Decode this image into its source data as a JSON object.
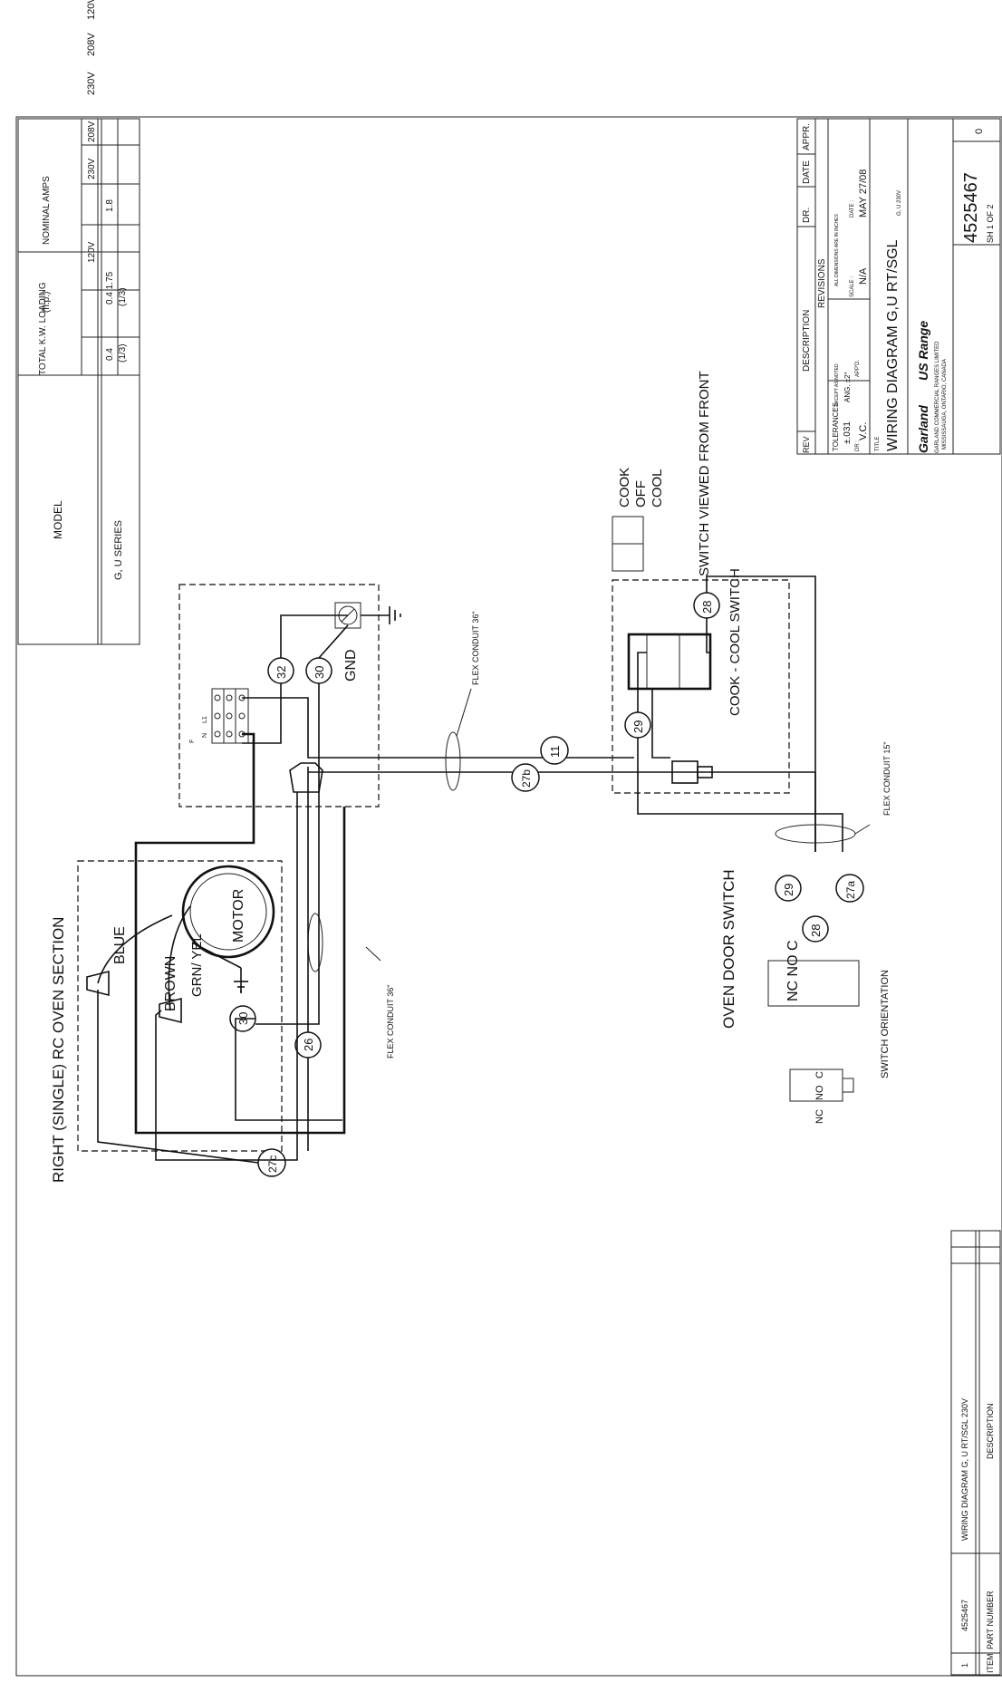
{
  "voltage_header": [
    "230V",
    "208V",
    "120V"
  ],
  "spec_table": {
    "col_model": "MODEL",
    "col_kw": "TOTAL K.W. LOADING",
    "col_hp": "(h.p.)",
    "col_amps": "NOMINAL AMPS",
    "amps_voltages": [
      "120V",
      "230V",
      "208V"
    ],
    "row_model": "G, U SERIES",
    "row_kw": "0.4",
    "row_kw_hp": "(1/3)",
    "row_amps_120": "0.4 1.75",
    "row_amps_120_hp": "(1/3)",
    "row_amps_230": "1.8"
  },
  "oven": {
    "title": "RIGHT (SINGLE) RC OVEN SECTION",
    "motor": "MOTOR",
    "blue": "BLUE",
    "brown": "BROWN",
    "grn_yel": "GRN/ YEL",
    "bubble_30": "30",
    "bubble_26": "26",
    "bubble_27c": "27c",
    "flex_conduit": "FLEX CONDUIT 36\""
  },
  "terminal": {
    "labels": [
      "F",
      "N",
      "L1"
    ],
    "gnd": "GND",
    "bubble_32": "32",
    "bubble_30": "30",
    "flex_conduit": "FLEX CONDUIT 36\""
  },
  "wires": {
    "bubble_11": "11",
    "bubble_27b": "27b"
  },
  "cook_switch": {
    "name": "COOK - COOL SWITCH",
    "bubble_29": "29",
    "bubble_28": "28",
    "positions": [
      "COOK",
      "OFF",
      "COOL"
    ],
    "viewed": "SWITCH VIEWED FROM FRONT",
    "flex_conduit": "FLEX CONDUIT 15\""
  },
  "door_switch": {
    "name": "OVEN DOOR SWITCH",
    "terminals": "NC NO C",
    "bubble_29": "29",
    "bubble_28": "28",
    "bubble_27a": "27a",
    "orientation": "SWITCH ORIENTATION",
    "orientation_terminals": [
      "NC",
      "NO",
      "C"
    ]
  },
  "title_block": {
    "rev": "REV",
    "description": "DESCRIPTION",
    "dr": "DR.",
    "date": "DATE",
    "appr": "APPR.",
    "revisions": "REVISIONS",
    "tolerances": "TOLERANCES",
    "tol_sub": "EXCEPT AS NOTED",
    "tol_value": "±.031",
    "angle": "ANG. ±2°",
    "dims_note": "ALL DIMENSIONS ARE IN INCHES",
    "dr_label": "DR :",
    "dr_value": "V.C.",
    "appd": "APP'D.",
    "scale_label": "SCALE :",
    "scale_value": "N/A",
    "date_label": "DATE :",
    "date_value": "MAY 27/08",
    "title_label": "TITLE",
    "title": "WIRING DIAGRAM G,U RT/SGL",
    "title_sub": "G, U 230V",
    "brand1": "Garland",
    "brand2": "US Range",
    "company": "GARLAND COMMERCIAL RANGES LIMITED",
    "city": "MISSISSAUGA, ONTARIO, CANADA",
    "drawing_no": "4525467",
    "sheet": "SH 1 OF 2",
    "rev_no": "0"
  },
  "parts_list": {
    "item_label": "ITEM",
    "part_label": "PART NUMBER",
    "desc_label": "DESCRIPTION",
    "item": "1",
    "part": "4525467",
    "desc": "WIRING DIAGRAM G, U RT/SGL 230V"
  }
}
